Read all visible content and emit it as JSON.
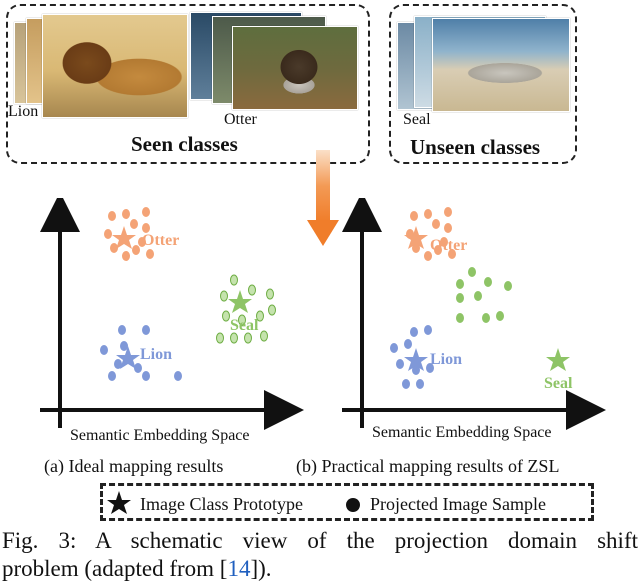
{
  "seen_box": {
    "title": "Seen classes",
    "labels": {
      "lion": "Lion",
      "otter": "Otter"
    }
  },
  "unseen_box": {
    "title": "Unseen classes",
    "labels": {
      "seal": "Seal"
    }
  },
  "plots": {
    "ideal": {
      "axis_label": "Semantic Embedding Space",
      "caption": "(a) Ideal mapping results",
      "class_labels": {
        "otter": "Otter",
        "seal": "Seal",
        "lion": "Lion"
      }
    },
    "practical": {
      "axis_label": "Semantic Embedding Space",
      "caption": "(b) Practical mapping results of ZSL",
      "class_labels": {
        "otter": "Otter",
        "seal": "Seal",
        "lion": "Lion"
      }
    }
  },
  "legend": {
    "prototype": "Image Class Prototype",
    "sample": "Projected Image Sample"
  },
  "caption": {
    "line1": "Fig. 3: A schematic view of the projection domain shift",
    "line2": "problem (adapted from [",
    "ref": "14",
    "line2_end": "])."
  },
  "colors": {
    "otter": "#f4a376",
    "seal": "#8ec466",
    "lion": "#7f98d8",
    "arrow": "#f07d2a",
    "ref_link": "#1f5fbf"
  },
  "icons": [
    "star-icon",
    "dot-icon",
    "arrow-down-icon"
  ]
}
